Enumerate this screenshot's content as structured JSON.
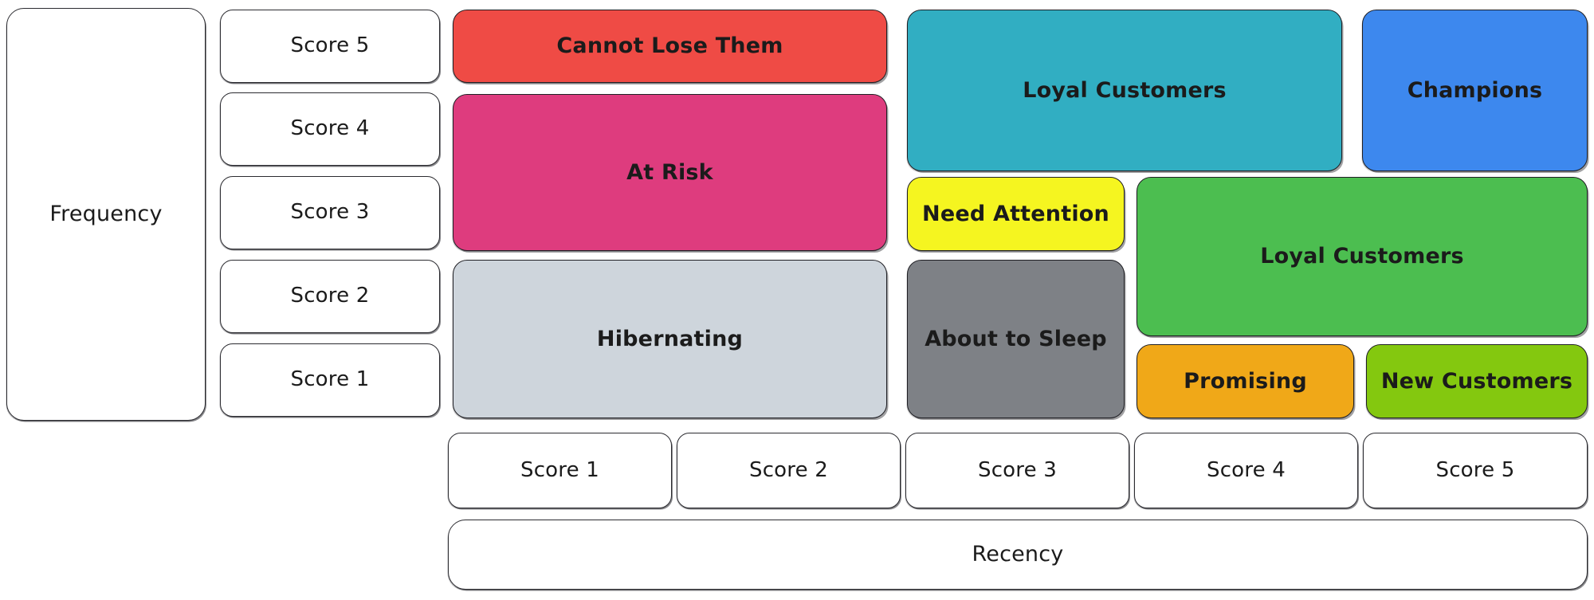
{
  "diagram": {
    "type": "rfm-segmentation-matrix",
    "background": "#ffffff",
    "axes": {
      "y": {
        "title": "Frequency",
        "scores": [
          "Score 5",
          "Score 4",
          "Score 3",
          "Score 2",
          "Score 1"
        ]
      },
      "x": {
        "title": "Recency",
        "scores": [
          "Score 1",
          "Score 2",
          "Score 3",
          "Score 4",
          "Score 5"
        ]
      }
    },
    "segments": [
      {
        "id": "cannot-lose-them",
        "label": "Cannot Lose Them",
        "color": "#EF4B45",
        "recency": [
          "Score 1",
          "Score 2"
        ],
        "frequency": [
          "Score 5"
        ]
      },
      {
        "id": "loyal-customers-teal",
        "label": "Loyal Customers",
        "color": "#31AEC2",
        "recency": [
          "Score 3",
          "Score 4"
        ],
        "frequency": [
          "Score 5",
          "Score 4"
        ]
      },
      {
        "id": "champions",
        "label": "Champions",
        "color": "#3D88EE",
        "recency": [
          "Score 5"
        ],
        "frequency": [
          "Score 5",
          "Score 4"
        ]
      },
      {
        "id": "at-risk",
        "label": "At Risk",
        "color": "#DE3C7E",
        "recency": [
          "Score 1",
          "Score 2"
        ],
        "frequency": [
          "Score 4",
          "Score 3"
        ]
      },
      {
        "id": "need-attention",
        "label": "Need Attention",
        "color": "#F5F520",
        "recency": [
          "Score 3"
        ],
        "frequency": [
          "Score 3"
        ]
      },
      {
        "id": "loyal-customers-green",
        "label": "Loyal Customers",
        "color": "#4CBE50",
        "recency": [
          "Score 4",
          "Score 5"
        ],
        "frequency": [
          "Score 3",
          "Score 2"
        ]
      },
      {
        "id": "hibernating",
        "label": "Hibernating",
        "color": "#CED5DC",
        "recency": [
          "Score 1",
          "Score 2"
        ],
        "frequency": [
          "Score 2",
          "Score 1"
        ]
      },
      {
        "id": "about-to-sleep",
        "label": "About to Sleep",
        "color": "#7E8186",
        "recency": [
          "Score 3"
        ],
        "frequency": [
          "Score 2",
          "Score 1"
        ]
      },
      {
        "id": "promising",
        "label": "Promising",
        "color": "#F0A818",
        "recency": [
          "Score 4"
        ],
        "frequency": [
          "Score 1"
        ]
      },
      {
        "id": "new-customers",
        "label": "New Customers",
        "color": "#84C80F",
        "recency": [
          "Score 5"
        ],
        "frequency": [
          "Score 1"
        ]
      }
    ],
    "palette": {
      "stroke": "#1e1e1e",
      "text": "#1b1b1b",
      "plain_fill": "#ffffff"
    }
  }
}
